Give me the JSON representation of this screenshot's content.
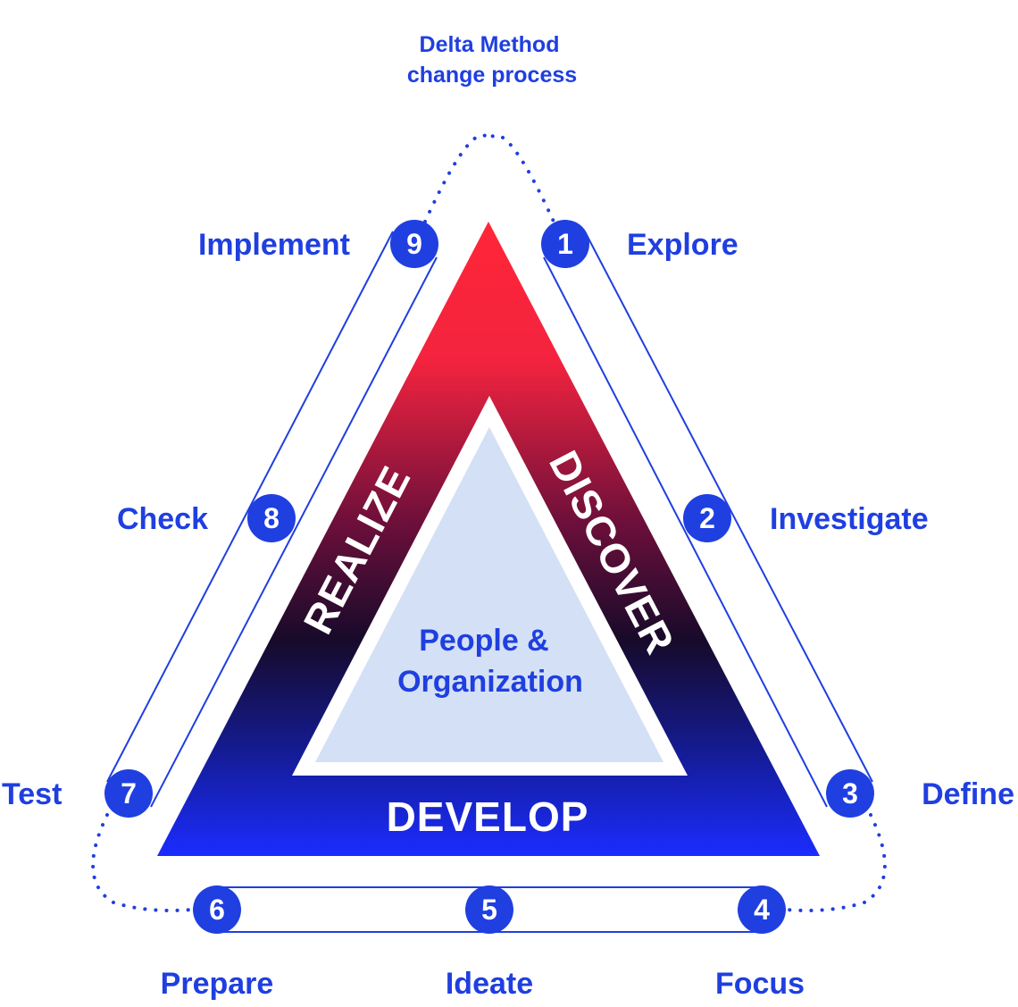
{
  "title": {
    "line1": "Delta Method",
    "line2": "change process"
  },
  "phases": {
    "discover": "DISCOVER",
    "develop": "DEVELOP",
    "realize": "REALIZE"
  },
  "center": {
    "line1": "People &",
    "line2": "Organization"
  },
  "steps": [
    {
      "number": "1",
      "label": "Explore"
    },
    {
      "number": "2",
      "label": "Investigate"
    },
    {
      "number": "3",
      "label": "Define"
    },
    {
      "number": "4",
      "label": "Focus"
    },
    {
      "number": "5",
      "label": "Ideate"
    },
    {
      "number": "6",
      "label": "Prepare"
    },
    {
      "number": "7",
      "label": "Test"
    },
    {
      "number": "8",
      "label": "Check"
    },
    {
      "number": "9",
      "label": "Implement"
    }
  ],
  "colors": {
    "accent_blue": "#1f3fe0",
    "gradient_top": "#ff2a3c",
    "gradient_mid": "#1a0a2e",
    "gradient_bottom": "#1a2cff",
    "inner_fill": "#d4e0f5",
    "background": "#ffffff"
  },
  "icons": {
    "step_marker": "numbered-circle"
  }
}
